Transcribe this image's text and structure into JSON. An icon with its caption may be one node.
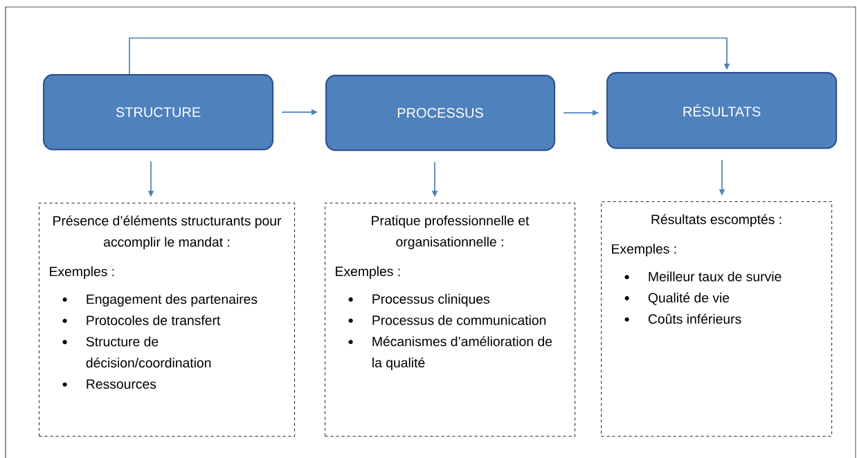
{
  "diagram": {
    "nodes": [
      {
        "text": [
          "STRUCTURE"
        ]
      },
      {
        "text": [
          "PROCESSUS"
        ]
      },
      {
        "text": [
          "RÉSULTATS"
        ]
      },
      {
        "text": [
          "Présence d’éléments structurants pour accomplir le mandat :",
          "Exemples :",
          "Engagement des partenaires",
          "Protocoles de transfert",
          "Structure de décision/coordination",
          "Ressources"
        ]
      },
      {
        "text": [
          "Pratique professionnelle et organisationnelle :",
          "Exemples :",
          "Processus cliniques",
          "Processus de communication",
          "Mécanismes d’amélioration de la qualité"
        ]
      },
      {
        "text": [
          "Résultats escomptés :",
          "Exemples :",
          "Meilleur taux de survie",
          "Qualité de vie",
          "Coûts inférieurs"
        ]
      }
    ],
    "edges": [
      {
        "from": 0,
        "to": 1,
        "arrow": "to"
      },
      {
        "from": 1,
        "to": 2,
        "arrow": "to"
      },
      {
        "from": 0,
        "to": 2,
        "arrow": "to"
      },
      {
        "from": 0,
        "to": 3,
        "arrow": "to"
      },
      {
        "from": 1,
        "to": 4,
        "arrow": "to"
      },
      {
        "from": 2,
        "to": 5,
        "arrow": "to"
      }
    ]
  }
}
